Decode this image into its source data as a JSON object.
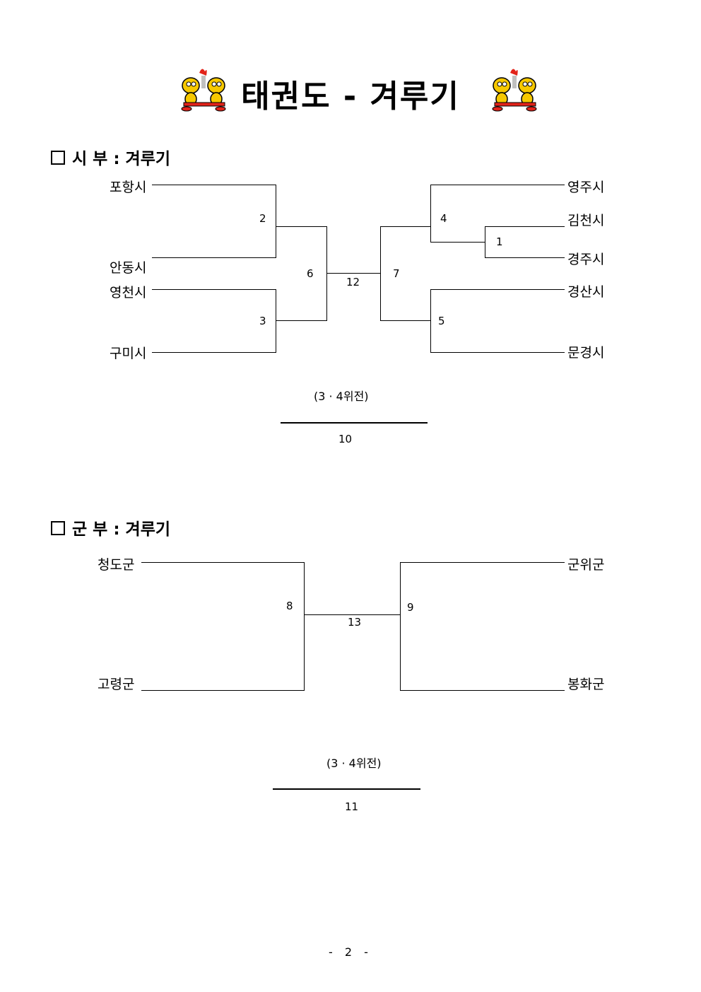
{
  "title": "태권도 - 겨루기",
  "city_section": {
    "heading": "시 부 : 겨루기",
    "teams_left": [
      "포항시",
      "안동시",
      "영천시",
      "구미시"
    ],
    "teams_right": [
      "영주시",
      "김천시",
      "경주시",
      "경산시",
      "문경시"
    ],
    "matches": [
      "2",
      "3",
      "6",
      "12",
      "7",
      "4",
      "1",
      "5"
    ],
    "third_place_label": "(3 · 4위전)",
    "third_place_match": "10"
  },
  "county_section": {
    "heading": "군 부 : 겨루기",
    "teams_left": [
      "청도군",
      "고령군"
    ],
    "teams_right": [
      "군위군",
      "봉화군"
    ],
    "matches": [
      "8",
      "13",
      "9"
    ],
    "third_place_label": "(3 · 4위전)",
    "third_place_match": "11"
  },
  "page_number": "- 2 -"
}
